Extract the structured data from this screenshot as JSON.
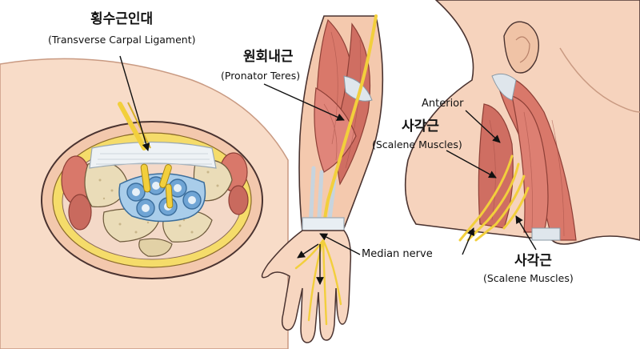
{
  "labels": {
    "carpal_ko": "횡수근인대",
    "carpal_en": "(Transverse Carpal Ligament)",
    "pronator_ko": "원회내근",
    "pronator_en": "(Pronator Teres)",
    "anterior": "Anterior",
    "scalene_top_ko": "사각근",
    "scalene_top_en": "(Scalene Muscles)",
    "median_nerve": "Median nerve",
    "scalene_bottom_ko": "사각근",
    "scalene_bottom_en": "(Scalene Muscles)"
  },
  "colors": {
    "skin": "#f6d3bd",
    "skin_dark": "#e3b49a",
    "muscle": "#d9786a",
    "muscle_dark": "#b85a4f",
    "tendon": "#cfdbe3",
    "nerve": "#f2cf3c",
    "bone": "#eadcb8",
    "fat": "#f5dc6a",
    "tunnel_blue": "#7fb2dc",
    "outline": "#4a3330"
  }
}
